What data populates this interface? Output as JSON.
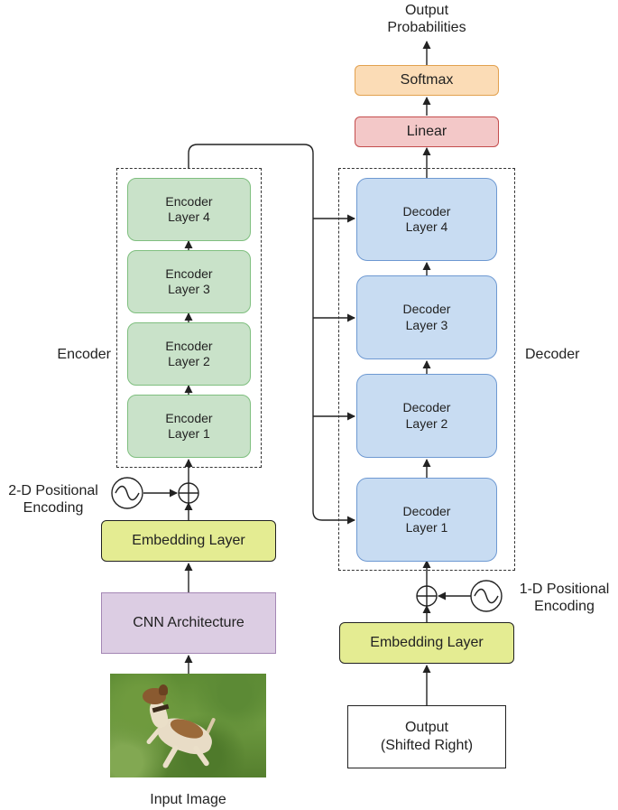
{
  "encoder": {
    "group_label": "Encoder",
    "layers": [
      "Encoder\nLayer 4",
      "Encoder\nLayer 3",
      "Encoder\nLayer 2",
      "Encoder\nLayer 1"
    ],
    "positional_encoding": "2-D Positional\nEncoding",
    "embedding": "Embedding Layer",
    "cnn": "CNN Architecture",
    "input_caption": "Input Image"
  },
  "decoder": {
    "group_label": "Decoder",
    "layers": [
      "Decoder\nLayer 4",
      "Decoder\nLayer 3",
      "Decoder\nLayer 2",
      "Decoder\nLayer 1"
    ],
    "positional_encoding": "1-D Positional\nEncoding",
    "embedding": "Embedding Layer",
    "input": "Output\n(Shifted Right)"
  },
  "head": {
    "linear": "Linear",
    "softmax": "Softmax",
    "output": "Output\nProbabilities"
  },
  "colors": {
    "encoder_fill": "#c9e2c9",
    "decoder_fill": "#c8dcf2",
    "embedding_fill": "#e4ec92",
    "cnn_fill": "#dccde3",
    "linear_fill": "#f3c8c8",
    "softmax_fill": "#fbdcb6"
  },
  "image": {
    "subject": "dog-running-on-grass"
  }
}
